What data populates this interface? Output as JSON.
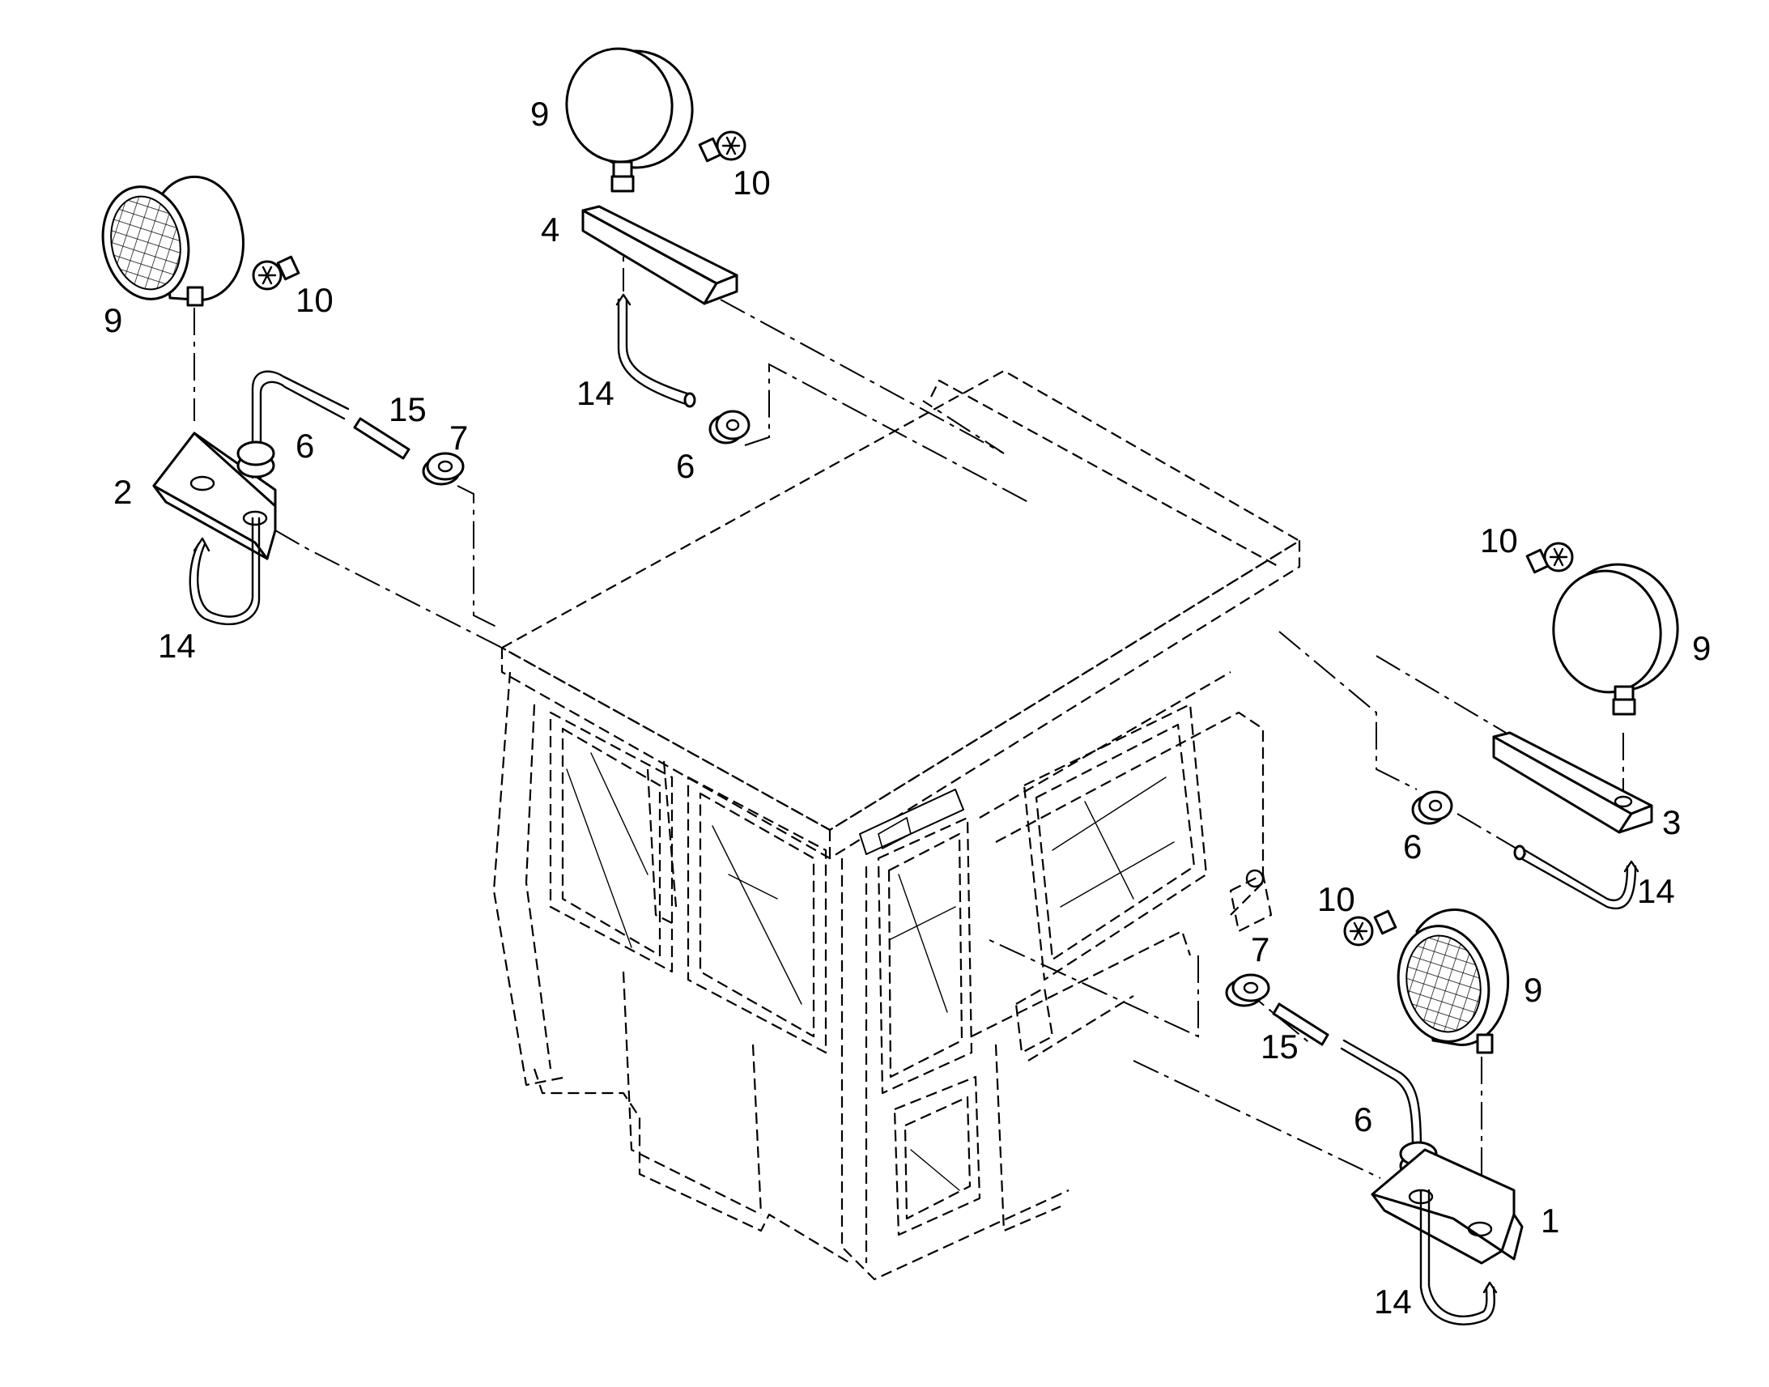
{
  "diagram": {
    "labels": {
      "lamp_tl_9": "9",
      "bulb_tl_10": "10",
      "lamp_tc_9": "9",
      "bulb_tc_10": "10",
      "bracket_tc_4": "4",
      "cable_tc_14": "14",
      "grommet_tc_6": "6",
      "cable_tl_15": "15",
      "plug_tl_7": "7",
      "grommet_tl_6": "6",
      "bracket_tl_2": "2",
      "cable_tl_14": "14",
      "bulb_r_10": "10",
      "lamp_r_9": "9",
      "bracket_r_3": "3",
      "grommet_r_6": "6",
      "cable_r_14": "14",
      "bulb_br_10": "10",
      "plug_br_7": "7",
      "lamp_br_9": "9",
      "cable_br_15": "15",
      "grommet_br_6": "6",
      "bracket_br_1": "1",
      "cable_br_14": "14"
    }
  }
}
